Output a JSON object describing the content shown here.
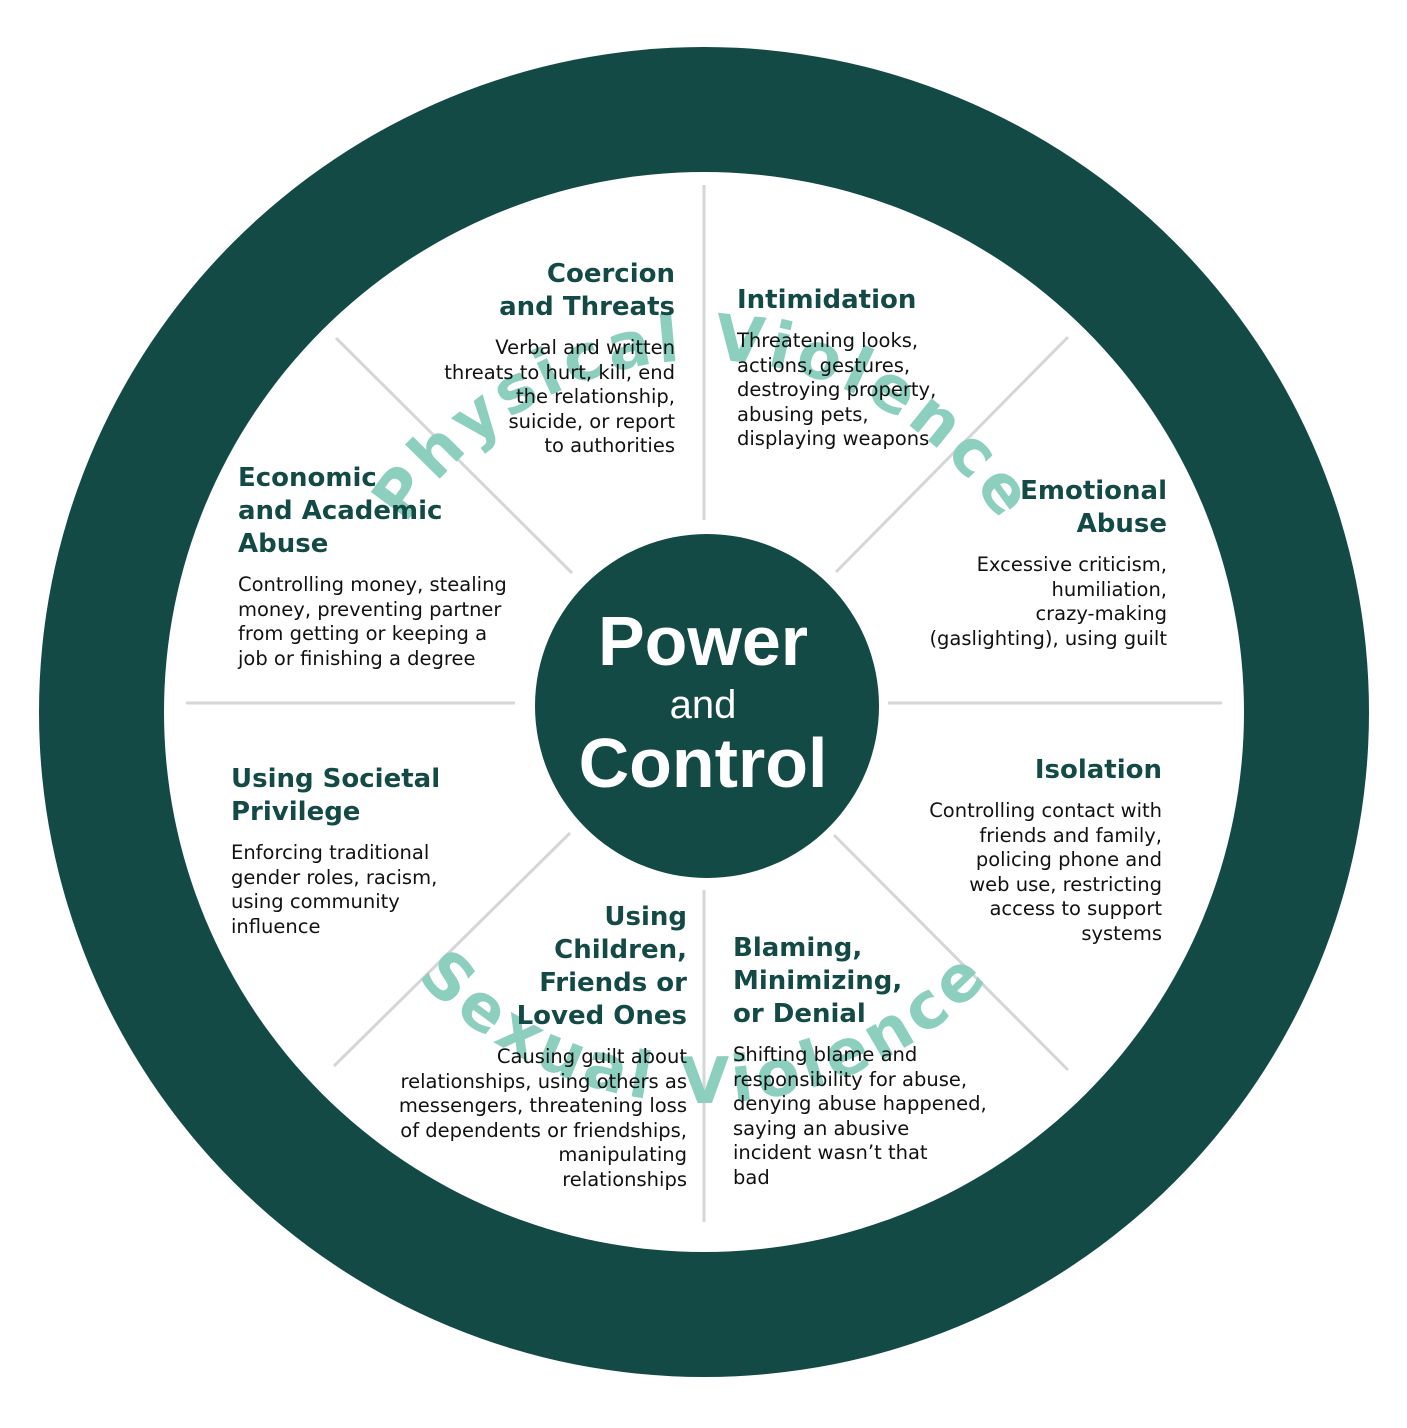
{
  "colors": {
    "ring": "#144a45",
    "ring_text": "#8ccfbf",
    "heading": "#144a45",
    "body_text": "#111111",
    "divider": "#d6d6d6",
    "center_text": "#ffffff"
  },
  "ring": {
    "top_label": "Physical Violence",
    "bottom_label": "Sexual Violence"
  },
  "center": {
    "line1": "Power",
    "line2": "and",
    "line3": "Control"
  },
  "segments": [
    {
      "title": "Coercion\nand Threats",
      "body": "Verbal and written\nthreats to hurt, kill, end\nthe relationship,\nsuicide, or report\nto authorities"
    },
    {
      "title": "Intimidation",
      "body": "Threatening looks,\nactions, gestures,\ndestroying property,\nabusing pets,\ndisplaying weapons"
    },
    {
      "title": "Emotional\nAbuse",
      "body": "Excessive criticism,\nhumiliation,\ncrazy-making\n(gaslighting), using guilt"
    },
    {
      "title": "Isolation",
      "body": "Controlling contact with\nfriends and family,\npolicing phone and\nweb use, restricting\naccess to support\nsystems"
    },
    {
      "title": "Blaming,\nMinimizing,\nor Denial",
      "body": "Shifting blame and\nresponsibility for abuse,\ndenying abuse happened,\nsaying an abusive\nincident wasn’t that\nbad"
    },
    {
      "title": "Using\nChildren,\nFriends or\nLoved Ones",
      "body": "Causing guilt about\nrelationships, using others as\nmessengers, threatening loss\nof dependents or friendships,\nmanipulating\nrelationships"
    },
    {
      "title": "Using Societal\nPrivilege",
      "body": "Enforcing traditional\ngender roles, racism,\nusing community\ninfluence"
    },
    {
      "title": "Economic\nand Academic\nAbuse",
      "body": "Controlling money, stealing\nmoney, preventing partner\nfrom getting or keeping a\njob or finishing a degree"
    }
  ]
}
